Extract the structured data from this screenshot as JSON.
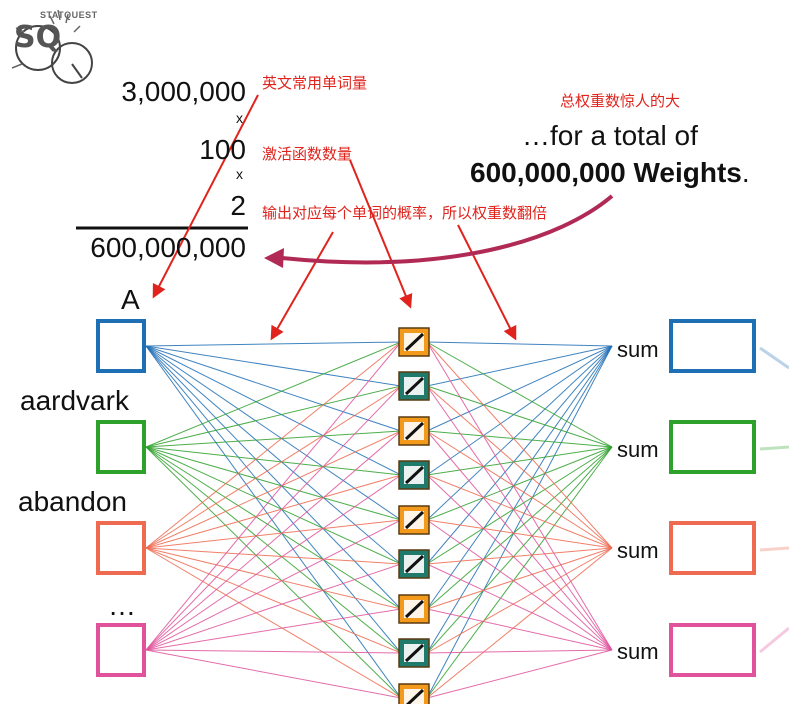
{
  "logo": {
    "text": "SQ",
    "banner": "STATQUEST"
  },
  "calc": {
    "n1": "3,000,000",
    "x1": "x",
    "n2": "100",
    "x2": "x",
    "n3": "2",
    "result": "600,000,000"
  },
  "annotations": {
    "vocab": "英文常用单词量",
    "activations": "激活函数数量",
    "double": "输出对应每个单词的概率，所以权重数翻倍",
    "amazing": "总权重数惊人的大"
  },
  "total": {
    "line1": "…for a total of",
    "line2_bold": "600,000,000 Weights",
    "line2_end": "."
  },
  "inputs": [
    {
      "label": "A",
      "color": "#1f6fb5"
    },
    {
      "label": "aardvark",
      "color": "#2ea02c"
    },
    {
      "label": "abandon",
      "color": "#ee6a50"
    },
    {
      "label": "…",
      "color": "#e0529c"
    }
  ],
  "outputs": [
    {
      "label": "sum",
      "color": "#1f6fb5"
    },
    {
      "label": "sum",
      "color": "#2ea02c"
    },
    {
      "label": "sum",
      "color": "#ee6a50"
    },
    {
      "label": "sum",
      "color": "#e0529c"
    }
  ],
  "colors": {
    "annotation": "#e0231c",
    "curve_arrow": "#b02a55",
    "act_orange": "#f39a1d",
    "act_teal": "#1f7a6b"
  }
}
